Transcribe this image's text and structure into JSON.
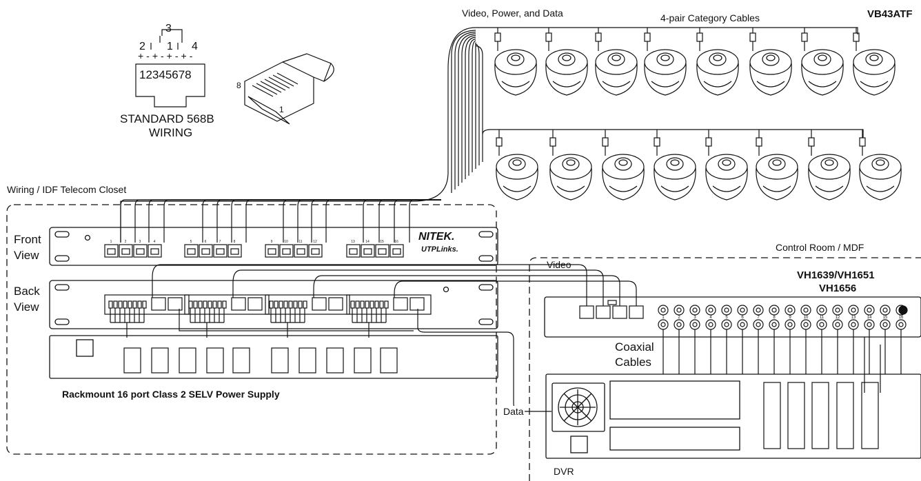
{
  "labels": {
    "top_cable_label": "Video, Power, and Data",
    "category_cables": "4-pair Category Cables",
    "camera_model": "VB43ATF",
    "wiring_closet": "Wiring / IDF Telecom Closet",
    "front_view": [
      "Front",
      "View"
    ],
    "back_view": [
      "Back",
      "View"
    ],
    "power_supply": "Rackmount 16 port Class 2 SELV Power Supply",
    "control_room": "Control Room / MDF",
    "video": "Video",
    "transceiver_models": [
      "VH1639/VH1651",
      "VH1656"
    ],
    "coaxial": [
      "Coaxial",
      "Cables"
    ],
    "data": "Data",
    "dvr": "DVR",
    "brand": "NITEK.",
    "brand_sub": "UTPLinks."
  },
  "wiring": {
    "pairs_top": "3",
    "pairs_row": [
      "2",
      "1",
      "4"
    ],
    "polarity": "+-+-+-+-",
    "pins": "12345678",
    "title": [
      "STANDARD 568B",
      "WIRING"
    ],
    "plug_pin_8": "8",
    "plug_pin_1": "1"
  },
  "front_ports": [
    "1",
    "2",
    "3",
    "4",
    "5",
    "6",
    "7",
    "8",
    "9",
    "10",
    "11",
    "12",
    "13",
    "14",
    "15",
    "16"
  ],
  "bnc_numbers": [
    "1",
    "2",
    "3",
    "4",
    "5",
    "6",
    "7",
    "8",
    "9",
    "10",
    "11",
    "12",
    "13",
    "14",
    "15",
    "16"
  ],
  "colors": {
    "line": "#111111",
    "background": "#ffffff"
  }
}
